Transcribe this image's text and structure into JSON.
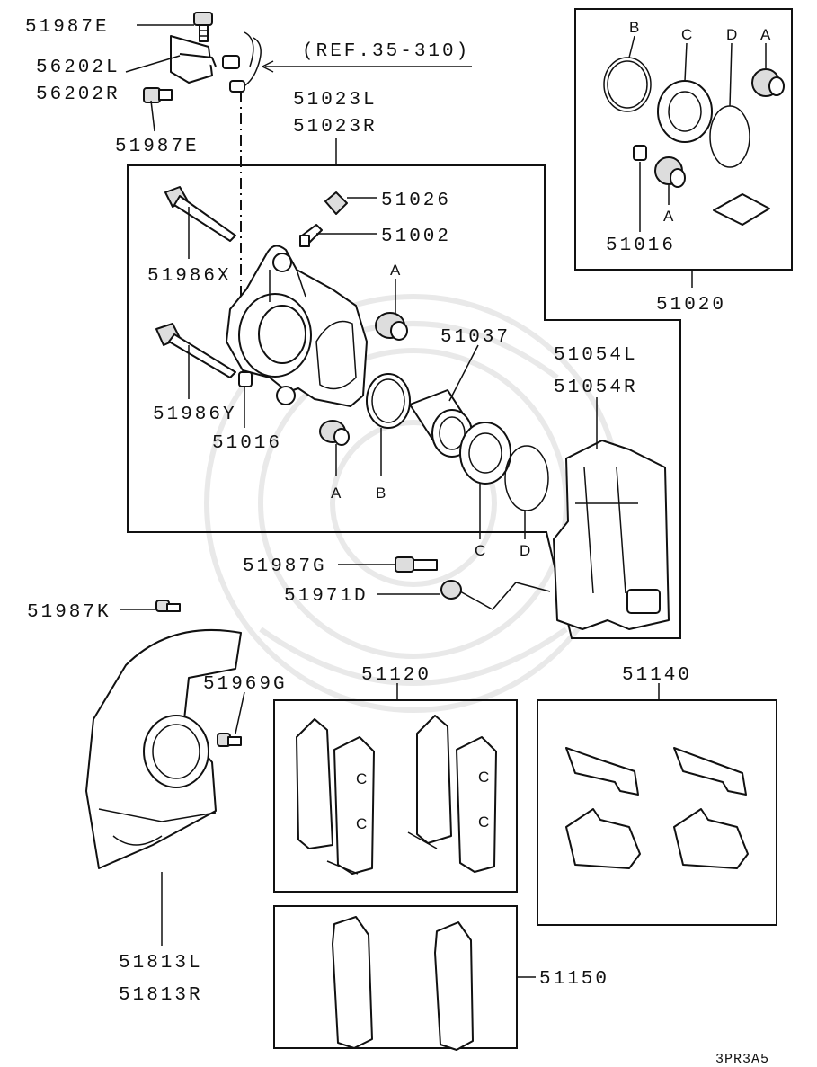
{
  "diagram_code": "3PR3A5",
  "reference": "(REF.35-310)",
  "callouts": {
    "bolt_e_top": "51987E",
    "bracket_l": "56202L",
    "bracket_r": "56202R",
    "bolt_e_bottom": "51987E",
    "caliper_l": "51023L",
    "caliper_r": "51023R",
    "bleeder_cap": "51026",
    "bleeder": "51002",
    "pin_x": "51986X",
    "pin_y": "51986Y",
    "bushing": "51016",
    "piston": "51037",
    "support_l": "51054L",
    "support_r": "51054R",
    "seal_kit": "51020",
    "kit_bushing": "51016",
    "bolt_g": "51987G",
    "washer_d": "51971D",
    "bolt_k": "51987K",
    "bolt_969g": "51969G",
    "shield_l": "51813L",
    "shield_r": "51813R",
    "pad_set": "51120",
    "clip_set": "51140",
    "shim_set": "51150"
  },
  "letters": {
    "a": "A",
    "b": "B",
    "c": "C",
    "d": "D"
  }
}
